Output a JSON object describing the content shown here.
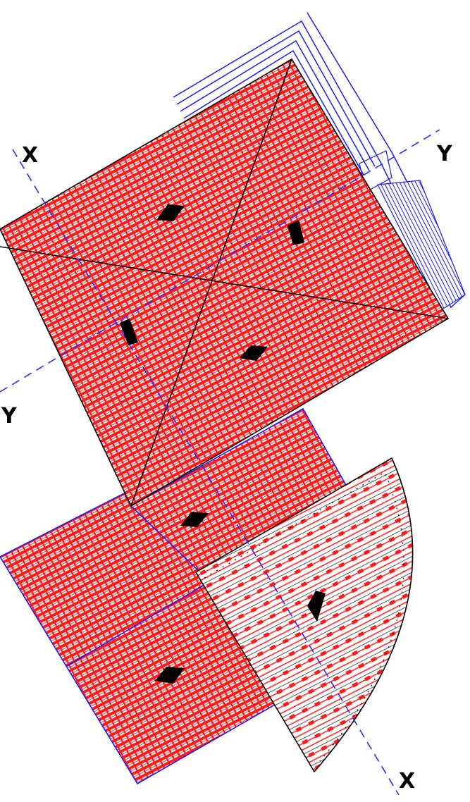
{
  "axes": {
    "x_label_top": "X",
    "x_label_bottom": "X",
    "y_label_left": "Y",
    "y_label_right": "Y"
  },
  "colors": {
    "hatch_red": "#ff1a1a",
    "fill_red": "#f04a3a",
    "outline_blue": "#1a1aff",
    "outline_black": "#000000",
    "axis_blue": "#2a2aff",
    "marker_black": "#000000",
    "background": "#ffffff"
  },
  "parts": [
    {
      "name": "main-square-hip-roof",
      "hatch": "dense-red"
    },
    {
      "name": "middle-square-panel",
      "hatch": "dense-red"
    },
    {
      "name": "lower-left-square-panel",
      "hatch": "dense-red"
    },
    {
      "name": "fan-sector-panel",
      "hatch": "sparse-red-diagonal"
    },
    {
      "name": "corner-step-frame",
      "hatch": "blue-lines"
    }
  ]
}
